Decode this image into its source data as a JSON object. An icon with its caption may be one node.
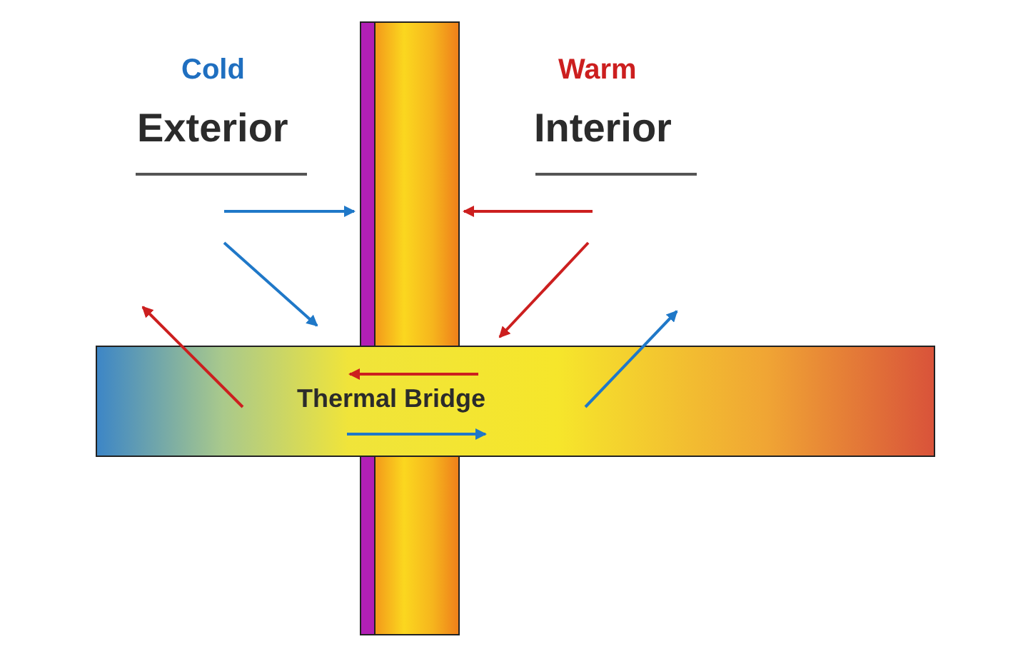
{
  "diagram": {
    "nodes": [
      {
        "text": [],
        "shape": "bar"
      },
      {
        "text": [
          "Thermal Bridge"
        ]
      },
      {
        "text": [],
        "shape": "bar"
      }
    ],
    "labels": [
      "Cold",
      "Exterior",
      "Warm",
      "Interior"
    ]
  }
}
